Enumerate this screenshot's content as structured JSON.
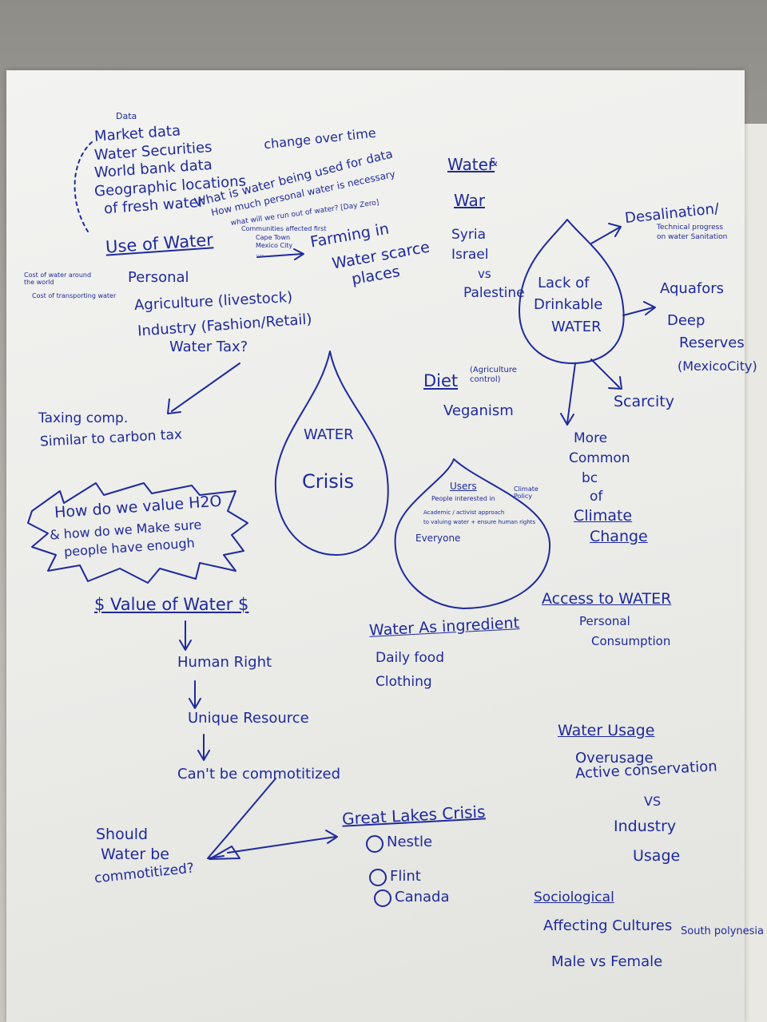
{
  "top_left": {
    "data_label": "Data",
    "items": [
      "Market data",
      "Water Securities",
      "World bank data",
      "Geographic locations",
      "of fresh water"
    ],
    "change_over_time": "change over time",
    "what_used": "What is water being used for data",
    "how_much": "How much personal water is necessary",
    "run_out": "what will we run out of water? [Day Zero]",
    "communities": "Communities affected first",
    "cities": [
      "Cape Town",
      "Mexico City",
      "...."
    ],
    "cost_world": "Cost of water around the world",
    "cost_transport": "Cost of transporting water"
  },
  "use_of_water": {
    "title": "Use of Water",
    "items": [
      "Personal",
      "Agriculture (livestock)",
      "Industry (Fashion/Retail)"
    ],
    "water_tax": "Water Tax?",
    "farming": [
      "Farming in",
      "Water scarce",
      "places"
    ]
  },
  "taxing": [
    "Taxing comp.",
    "Similar to carbon tax"
  ],
  "water_war": {
    "title": [
      "Water",
      "War"
    ],
    "amp": "&",
    "items": [
      "Syria",
      "Israel",
      "vs",
      "Palestine"
    ]
  },
  "lack": {
    "center": [
      "Lack of",
      "Drinkable",
      "WATER"
    ],
    "desal": "Desalination/",
    "desal_note": [
      "Technical progress",
      "on water Sanitation"
    ],
    "aquifers": [
      "Aquafors",
      "Deep",
      "Reserves",
      "(MexicoCity)"
    ],
    "scarcity": "Scarcity",
    "more_common": [
      "More",
      "Common",
      "bc",
      "of"
    ],
    "climate": [
      "Climate",
      "Change"
    ]
  },
  "diet": {
    "title": "Diet",
    "note": "(Agriculture control)",
    "item": "Veganism"
  },
  "water_crisis": [
    "WATER",
    "Crisis"
  ],
  "users": {
    "title": "Users",
    "line1": "People interested in",
    "climate_policy": "Climate Policy",
    "line2": "Academic / activist approach",
    "line3": "to valuing water + ensure human rights",
    "everyone": "Everyone"
  },
  "value_box": [
    "How do we value H2O",
    "& how do we Make sure",
    "people have enough"
  ],
  "value_chain": {
    "title": "$ Value of Water $",
    "steps": [
      "Human Right",
      "Unique Resource",
      "Can't be commotitized"
    ]
  },
  "should": [
    "Should",
    "Water be",
    "commotitized?"
  ],
  "great_lakes": {
    "title": "Great Lakes Crisis",
    "items": [
      "Nestle",
      "Flint",
      "Canada"
    ]
  },
  "ingredient": {
    "title": "Water As ingredient",
    "items": [
      "Daily food",
      "Clothing"
    ]
  },
  "access": {
    "title": "Access to WATER",
    "items": [
      "Personal",
      "Consumption"
    ]
  },
  "usage": {
    "title": "Water Usage",
    "items": [
      "Overusage",
      "Active conservation"
    ],
    "vs": "VS",
    "industry": [
      "Industry",
      "Usage"
    ]
  },
  "socio": {
    "title": "Sociological",
    "items": [
      "Affecting Cultures",
      "Male vs Female"
    ],
    "south": "South polynesia"
  }
}
